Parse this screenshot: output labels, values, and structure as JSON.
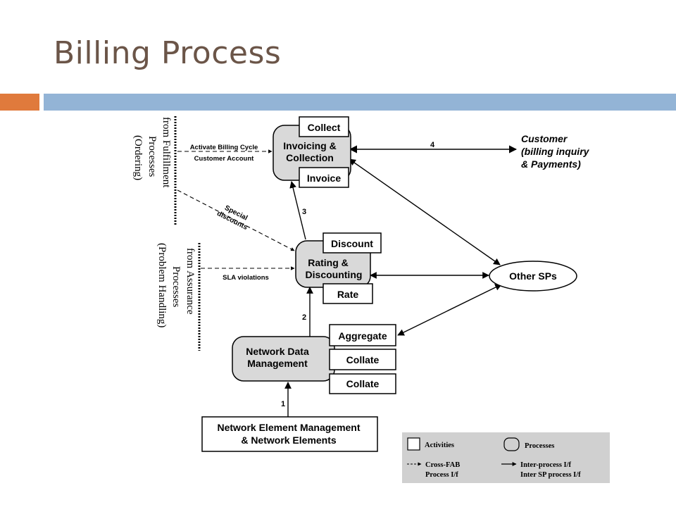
{
  "slide": {
    "title": "Billing Process",
    "colors": {
      "title": "#6b5548",
      "accent_orange": "#e07a3c",
      "accent_blue": "#93b4d6",
      "process_fill": "#d9d9d9",
      "legend_fill": "#d0d0d0"
    }
  },
  "diagram": {
    "processes": {
      "invoicing": "Invoicing & Collection",
      "rating": "Rating & Discounting",
      "network_data": "Network Data Management",
      "nem": "Network Element Management & Network Elements",
      "other_sps": "Other SPs"
    },
    "activities": {
      "collect": "Collect",
      "invoice": "Invoice",
      "discount": "Discount",
      "rate": "Rate",
      "aggregate": "Aggregate",
      "collate_1": "Collate",
      "collate_2": "Collate"
    },
    "customer": {
      "line1": "Customer",
      "line2": "(billing inquiry",
      "line3": "& Payments)"
    },
    "fulfillment": {
      "line1": "from Fulfillment",
      "line2": "Processes",
      "line3": "(Ordering)"
    },
    "assurance": {
      "line1": "from Assurance",
      "line2": "Processes",
      "line3": "(Problem Handling)"
    },
    "interfaces": {
      "activate_billing": "Activate Billing Cycle",
      "customer_account": "Customer Account",
      "special": "Special",
      "discounts": "discounts",
      "sla": "SLA violations"
    },
    "flow_numbers": {
      "one": "1",
      "two": "2",
      "three": "3",
      "four": "4"
    }
  },
  "legend": {
    "activities": "Activities",
    "processes": "Processes",
    "cross_fab_1": "Cross-FAB",
    "cross_fab_2": "Process I/f",
    "inter_process": "Inter-process I/f",
    "inter_sp": "Inter SP process I/f"
  }
}
